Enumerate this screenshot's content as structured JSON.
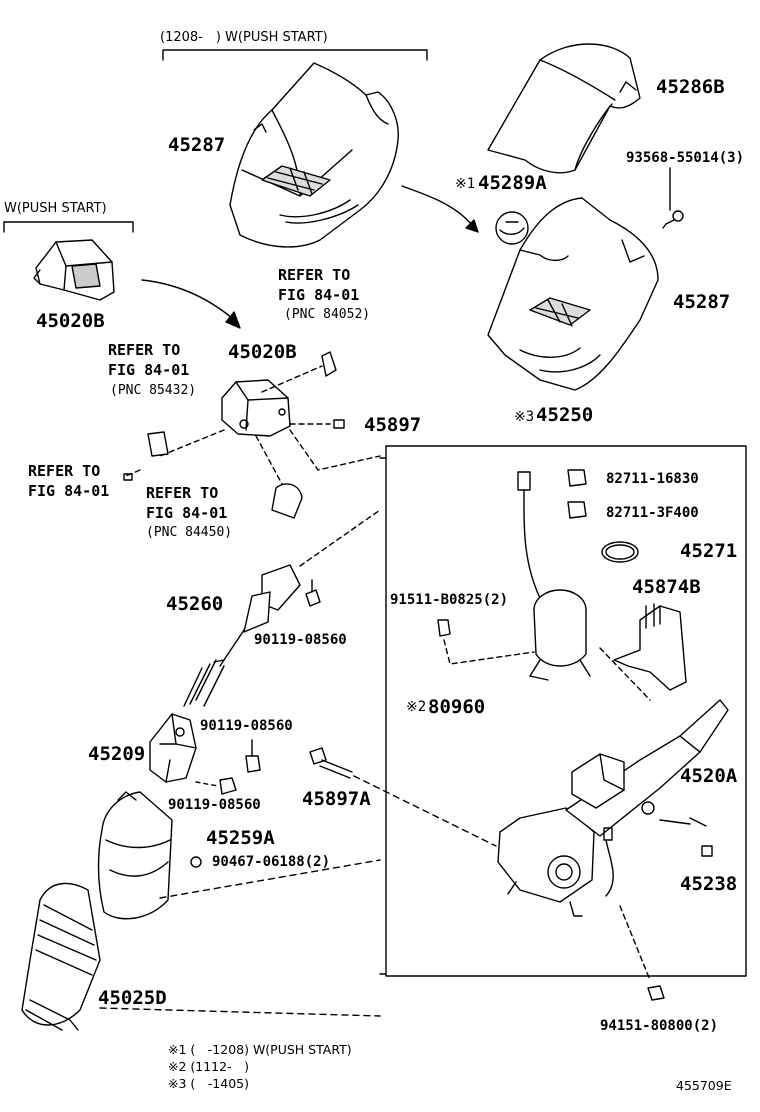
{
  "headers": {
    "top_bracket": "(1208-　) W(PUSH START)",
    "left_bracket": "W(PUSH START)"
  },
  "parts": {
    "p45287_upper": "45287",
    "p45286B": "45286B",
    "p93568": "93568-55014(3)",
    "p45289A_mark": "※1",
    "p45289A": "45289A",
    "p45287_right": "45287",
    "p45020B_left": "45020B",
    "p45020B_mid": "45020B",
    "p45897": "45897",
    "p45250_mark": "※3",
    "p45250": "45250",
    "p82711_16830": "82711-16830",
    "p82711_3F400": "82711-3F400",
    "p45271": "45271",
    "p45874B": "45874B",
    "p91511": "91511-B0825(2)",
    "p45260": "45260",
    "p90119_a": "90119-08560",
    "p80960_mark": "※2",
    "p80960": "80960",
    "p90119_b": "90119-08560",
    "p45209": "45209",
    "p90119_c": "90119-08560",
    "p45897A": "45897A",
    "p4520A": "4520A",
    "p45259A": "45259A",
    "p90467": "90467-06188(2)",
    "p45238": "45238",
    "p45025D": "45025D",
    "p94151": "94151-80800(2)"
  },
  "refs": {
    "r1": {
      "l1": "REFER TO",
      "l2": "FIG 84-01",
      "l3": "(PNC 84052)"
    },
    "r2": {
      "l1": "REFER TO",
      "l2": "FIG 84-01",
      "l3": "(PNC 85432)"
    },
    "r3": {
      "l1": "REFER TO",
      "l2": "FIG 84-01"
    },
    "r4": {
      "l1": "REFER TO",
      "l2": "FIG 84-01",
      "l3": "(PNC 84450)"
    }
  },
  "footnotes": {
    "n1": "※1 (　-1208) W(PUSH START)",
    "n2": "※2 (1112-　)",
    "n3": "※3 (　-1405)"
  },
  "figure_id": "455709E"
}
